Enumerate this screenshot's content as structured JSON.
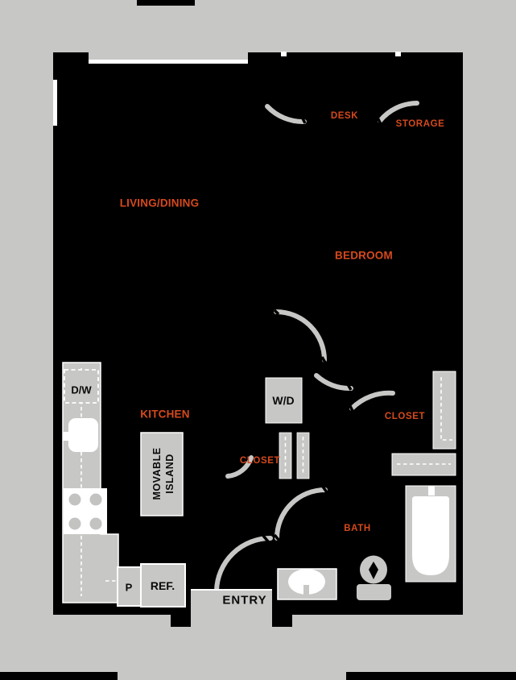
{
  "title": "Apartment floor plan",
  "colors": {
    "background": "#c7c8c6",
    "walls": "#000000",
    "fixture_fill": "#c7c8c6",
    "accent": "#d5491d",
    "appliance_white": "#ffffff"
  },
  "rooms": {
    "living_dining": "LIVING/DINING",
    "bedroom": "BEDROOM",
    "kitchen": "KITCHEN",
    "desk": "DESK",
    "storage": "STORAGE",
    "closet_hall": "CLOSET",
    "closet_bedroom": "CLOSET",
    "bath": "BATH",
    "entry": "ENTRY"
  },
  "fixtures": {
    "dishwasher": "D/W",
    "washer_dryer": "W/D",
    "island_line1": "MOVABLE",
    "island_line2": "ISLAND",
    "pantry": "P",
    "refrigerator": "REF."
  }
}
